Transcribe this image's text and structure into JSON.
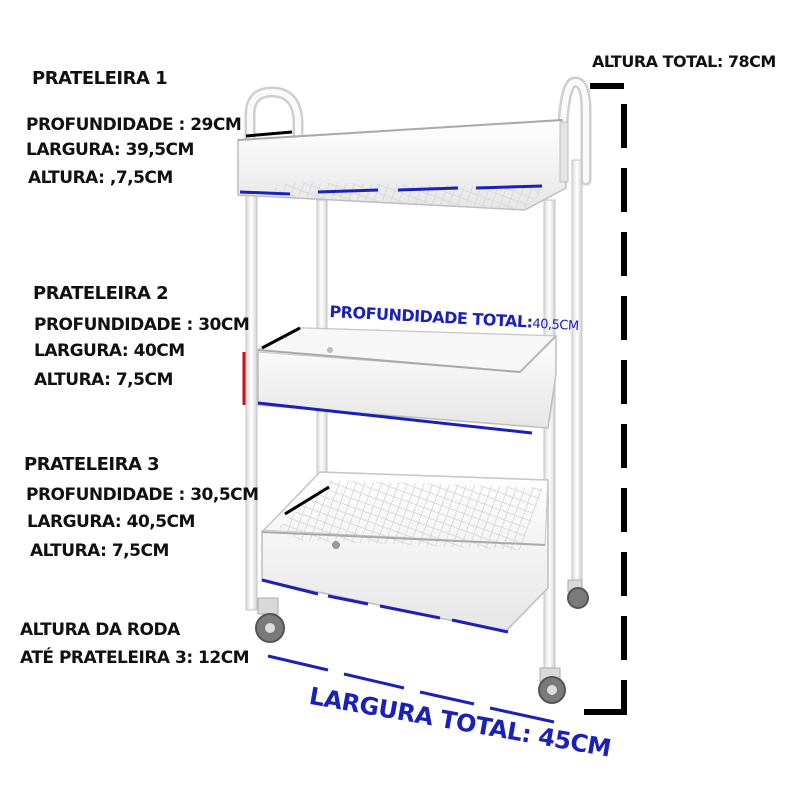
{
  "shelf1": {
    "title": "PRATELEIRA 1",
    "depth": "PROFUNDIDADE : 29CM",
    "width": "LARGURA: 39,5CM",
    "height": "ALTURA: ,7,5CM"
  },
  "shelf2": {
    "title": "PRATELEIRA 2",
    "depth": "PROFUNDIDADE : 30CM",
    "width": "LARGURA: 40CM",
    "height": "ALTURA: 7,5CM"
  },
  "shelf3": {
    "title": "PRATELEIRA 3",
    "depth": "PROFUNDIDADE : 30,5CM",
    "width": "LARGURA: 40,5CM",
    "height": "ALTURA: 7,5CM"
  },
  "wheel": {
    "line1": "ALTURA DA RODA",
    "line2": "ATÉ PRATELEIRA 3: 12CM"
  },
  "total_height": "ALTURA TOTAL: 78CM",
  "total_depth_label": "PROFUNDIDADE TOTAL:",
  "total_depth_value": "40,5CM",
  "total_width": "LARGURA TOTAL: 45CM",
  "colors": {
    "dimension_blue": "#1a21b8",
    "dimension_black": "#000000",
    "dimension_red": "#cc1122",
    "cart_body": "#f2f2f2",
    "cart_outline": "#c8c8c8"
  }
}
